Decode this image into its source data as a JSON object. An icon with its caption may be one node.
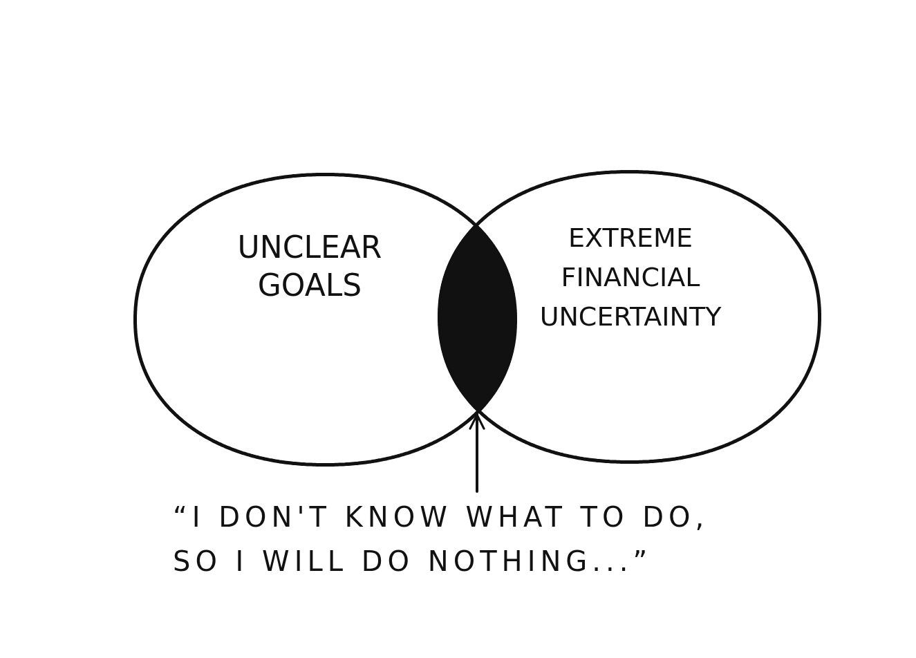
{
  "diagram": {
    "nodes": [
      {
        "text": [
          "UNCLEAR GOALS"
        ]
      },
      {
        "text": [
          "EXTREME FINANCIAL UNCERTAINTY"
        ]
      },
      {
        "text": [],
        "shape": "lens"
      },
      {
        "text": [
          "“I DON'T KNOW WHAT TO DO, SO I WILL DO NOTHING...”"
        ]
      }
    ],
    "edges": [
      {
        "from": 3,
        "to": 2,
        "arrow": "to"
      }
    ]
  }
}
